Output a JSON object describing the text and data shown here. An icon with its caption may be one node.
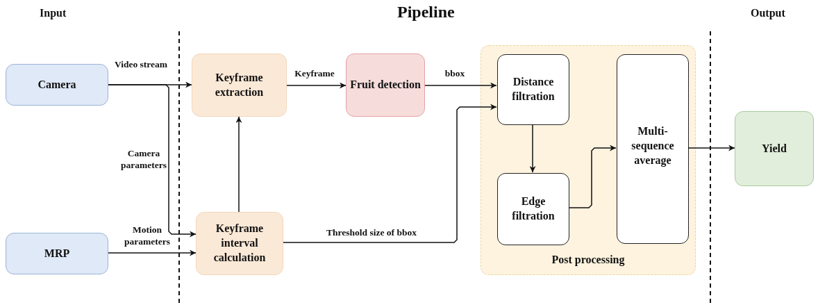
{
  "diagram": {
    "title": "Pipeline",
    "nodes": [
      {
        "text": [
          "Camera"
        ]
      },
      {
        "text": [
          "MRP"
        ]
      },
      {
        "text": [
          "Keyframe extraction"
        ]
      },
      {
        "text": [
          "Keyframe interval calculation"
        ]
      },
      {
        "text": [
          "Fruit detection"
        ]
      },
      {
        "text": [
          "Post processing"
        ]
      },
      {
        "text": [
          "Distance filtration"
        ],
        "in": 5
      },
      {
        "text": [
          "Edge filtration"
        ],
        "in": 5
      },
      {
        "text": [
          "Multi-sequence average"
        ],
        "in": 5
      },
      {
        "text": [
          "Yield"
        ]
      }
    ],
    "edges": [
      {
        "from": 0,
        "to": 2,
        "arrow": "to",
        "label": "Video stream"
      },
      {
        "from": 0,
        "to": 3,
        "arrow": "to",
        "label": "Camera parameters"
      },
      {
        "from": 1,
        "to": 3,
        "arrow": "to",
        "label": "Motion parameters"
      },
      {
        "from": 3,
        "to": 2,
        "arrow": "to"
      },
      {
        "from": 2,
        "to": 4,
        "arrow": "to",
        "label": "Keyframe"
      },
      {
        "from": 4,
        "to": 6,
        "arrow": "to",
        "label": "bbox"
      },
      {
        "from": 3,
        "to": 6,
        "arrow": "to",
        "label": "Threshold size of bbox"
      },
      {
        "from": 6,
        "to": 7,
        "arrow": "to"
      },
      {
        "from": 7,
        "to": 8,
        "arrow": "to"
      },
      {
        "from": 8,
        "to": 9,
        "arrow": "to"
      }
    ],
    "labels": [
      "Input",
      "Output"
    ]
  }
}
